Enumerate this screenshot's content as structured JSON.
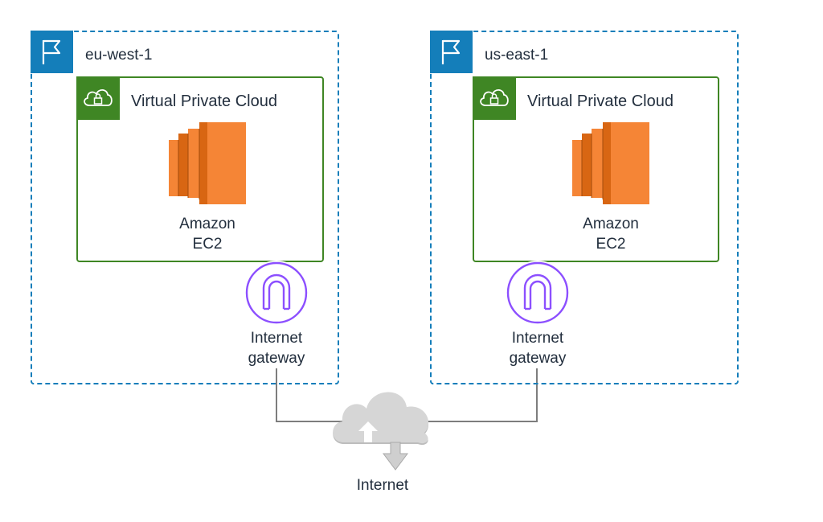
{
  "regions": [
    {
      "label": "eu-west-1",
      "vpc": {
        "label": "Virtual Private Cloud"
      },
      "instance": {
        "label_line1": "Amazon",
        "label_line2": "EC2"
      },
      "gateway": {
        "label_line1": "Internet",
        "label_line2": "gateway"
      }
    },
    {
      "label": "us-east-1",
      "vpc": {
        "label": "Virtual Private Cloud"
      },
      "instance": {
        "label_line1": "Amazon",
        "label_line2": "EC2"
      },
      "gateway": {
        "label_line1": "Internet",
        "label_line2": "gateway"
      }
    }
  ],
  "internet": {
    "label": "Internet"
  },
  "colors": {
    "region_border": "#147eba",
    "vpc_border": "#3f8624",
    "ec2_orange": "#f58536",
    "gateway_purple": "#8c4fff",
    "connector": "#7d7d7d",
    "cloud_gray": "#cfcfcf"
  },
  "icons": {
    "region": "flag-icon",
    "vpc": "cloud-lock-icon",
    "instance": "ec2-icon",
    "gateway": "internet-gateway-icon",
    "internet": "internet-cloud-icon"
  }
}
